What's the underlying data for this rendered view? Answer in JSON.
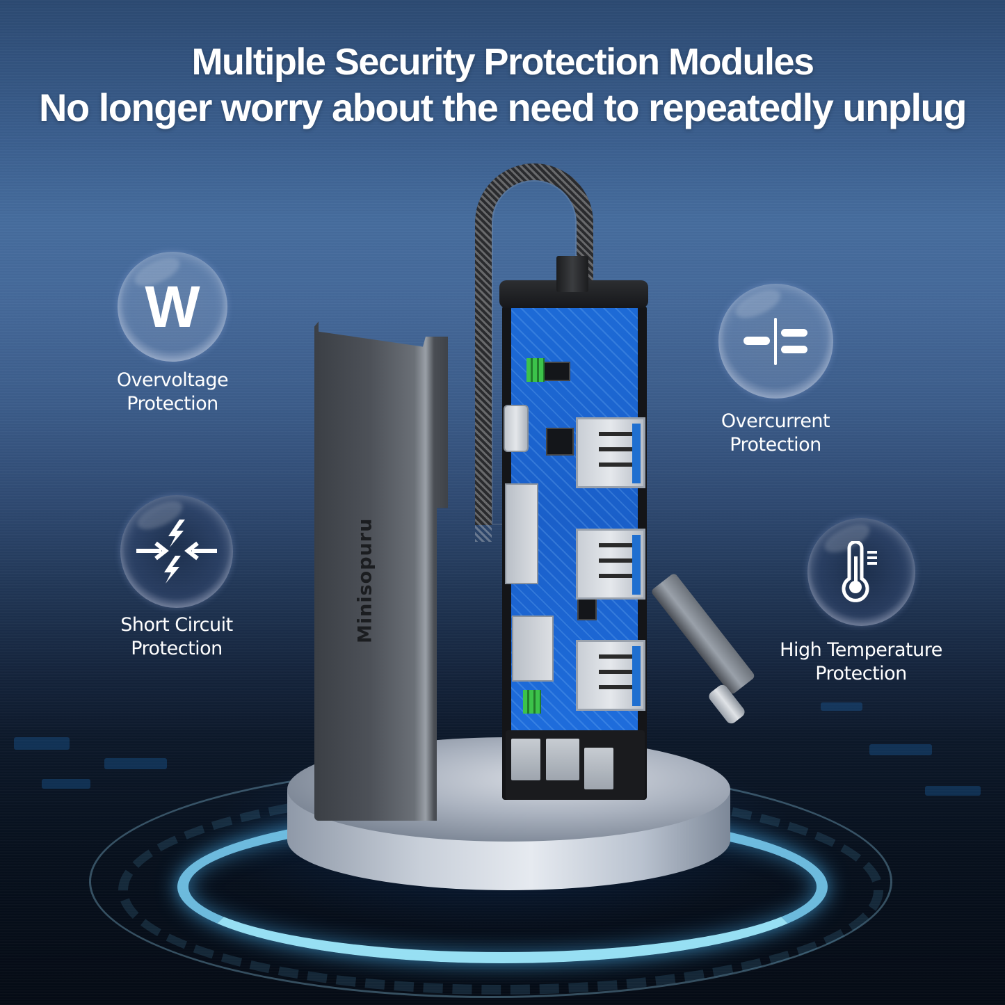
{
  "header": {
    "title": "Multiple Security Protection Modules",
    "subtitle": "No longer worry about the need to repeatedly unplug"
  },
  "features": [
    {
      "id": "overvoltage",
      "icon": "w-letter-icon",
      "icon_text": "W",
      "label_line1": "Overvoltage",
      "label_line2": "Protection"
    },
    {
      "id": "overcurrent",
      "icon": "capacitor-symbol-icon",
      "label_line1": "Overcurrent",
      "label_line2": "Protection"
    },
    {
      "id": "short-circuit",
      "icon": "short-circuit-arrows-lightning-icon",
      "label_line1": "Short Circuit",
      "label_line2": "Protection"
    },
    {
      "id": "high-temperature",
      "icon": "thermometer-icon",
      "label_line1": "High Temperature",
      "label_line2": "Protection"
    }
  ],
  "product": {
    "brand": "Minisopuru",
    "description": "USB-C hub with braided cable, transparent PCB view, 3 USB-A ports, SD and TF card slots, on pedestal"
  },
  "colors": {
    "background_top": "#2c4a72",
    "background_mid": "#45699a",
    "background_bottom": "#050b15",
    "pcb_blue": "#1d6ad6",
    "glow_cyan": "#7fd8ff",
    "text": "#ffffff"
  }
}
